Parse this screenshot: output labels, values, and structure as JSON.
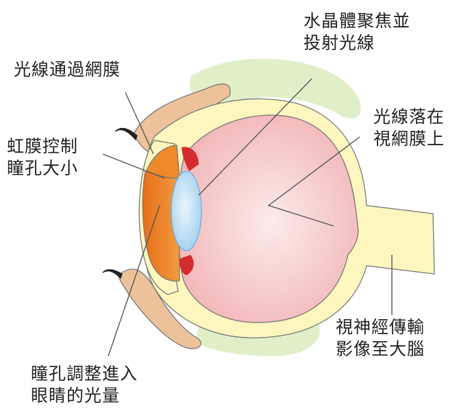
{
  "labels": {
    "lens_focus": {
      "line1": "水晶體聚焦並",
      "line2": "投射光線"
    },
    "light_through_retina": {
      "line1": "光線通過網膜"
    },
    "iris_control": {
      "line1": "虹膜控制",
      "line2": "瞳孔大小"
    },
    "light_on_retina": {
      "line1": "光線落在",
      "line2": "視網膜上"
    },
    "optic_nerve": {
      "line1": "視神經傳輸",
      "line2": "影像至大腦"
    },
    "pupil_adjust": {
      "line1": "瞳孔調整進入",
      "line2": "眼睛的光量"
    }
  },
  "colors": {
    "sclera": "#fdf6bf",
    "sclera_outline": "#777777",
    "eyeball_inner": "#f4b9bd",
    "eyeball_center": "#fae3df",
    "lens_fill": "#cfe7f7",
    "lens_edge": "#6ab0e0",
    "iris": "#ee8a2a",
    "iris_dark": "#e06f1c",
    "ciliary": "#d42c2c",
    "eyelid_skin": "#edc29b",
    "brow_fat": "#e0efc8",
    "lashes": "#222222",
    "leader_lines": "#555555"
  }
}
